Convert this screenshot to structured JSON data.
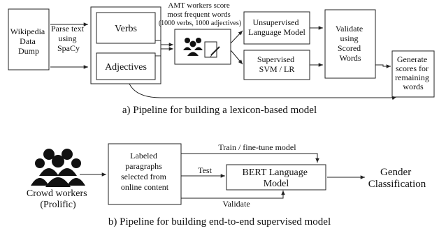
{
  "pipeline_a": {
    "caption": "a) Pipeline for building a lexicon-based model",
    "wikipedia_lines": [
      "Wikipedia",
      "Data",
      "Dump"
    ],
    "parse_lines": [
      "Parse text",
      "using",
      "SpaCy"
    ],
    "verbs_label": "Verbs",
    "adjectives_label": "Adjectives",
    "amt_lines": [
      "AMT workers score",
      "most frequent words",
      "(1000 verbs, 1000 adjectives)"
    ],
    "unsupervised_lines": [
      "Unsupervised",
      "Language Model"
    ],
    "supervised_lines": [
      "Supervised",
      "SVM / LR"
    ],
    "validate_lines": [
      "Validate",
      "using",
      "Scored",
      "Words"
    ],
    "generate_lines": [
      "Generate",
      "scores for",
      "remaining",
      "words"
    ]
  },
  "pipeline_b": {
    "caption": "b) Pipeline for building end-to-end supervised model",
    "crowd_lines": [
      "Crowd workers",
      "(Prolific)"
    ],
    "labeled_lines": [
      "Labeled",
      "paragraphs",
      "selected from",
      "online content"
    ],
    "train_label": "Train / fine-tune model",
    "test_label": "Test",
    "validate_label": "Validate",
    "bert_lines": [
      "BERT Language",
      "Model"
    ],
    "gender_lines": [
      "Gender",
      "Classification"
    ]
  },
  "icons": {
    "workers_group": "people-group-icon",
    "annotation": "paper-pencil-icon",
    "crowd": "people-crowd-icon"
  }
}
